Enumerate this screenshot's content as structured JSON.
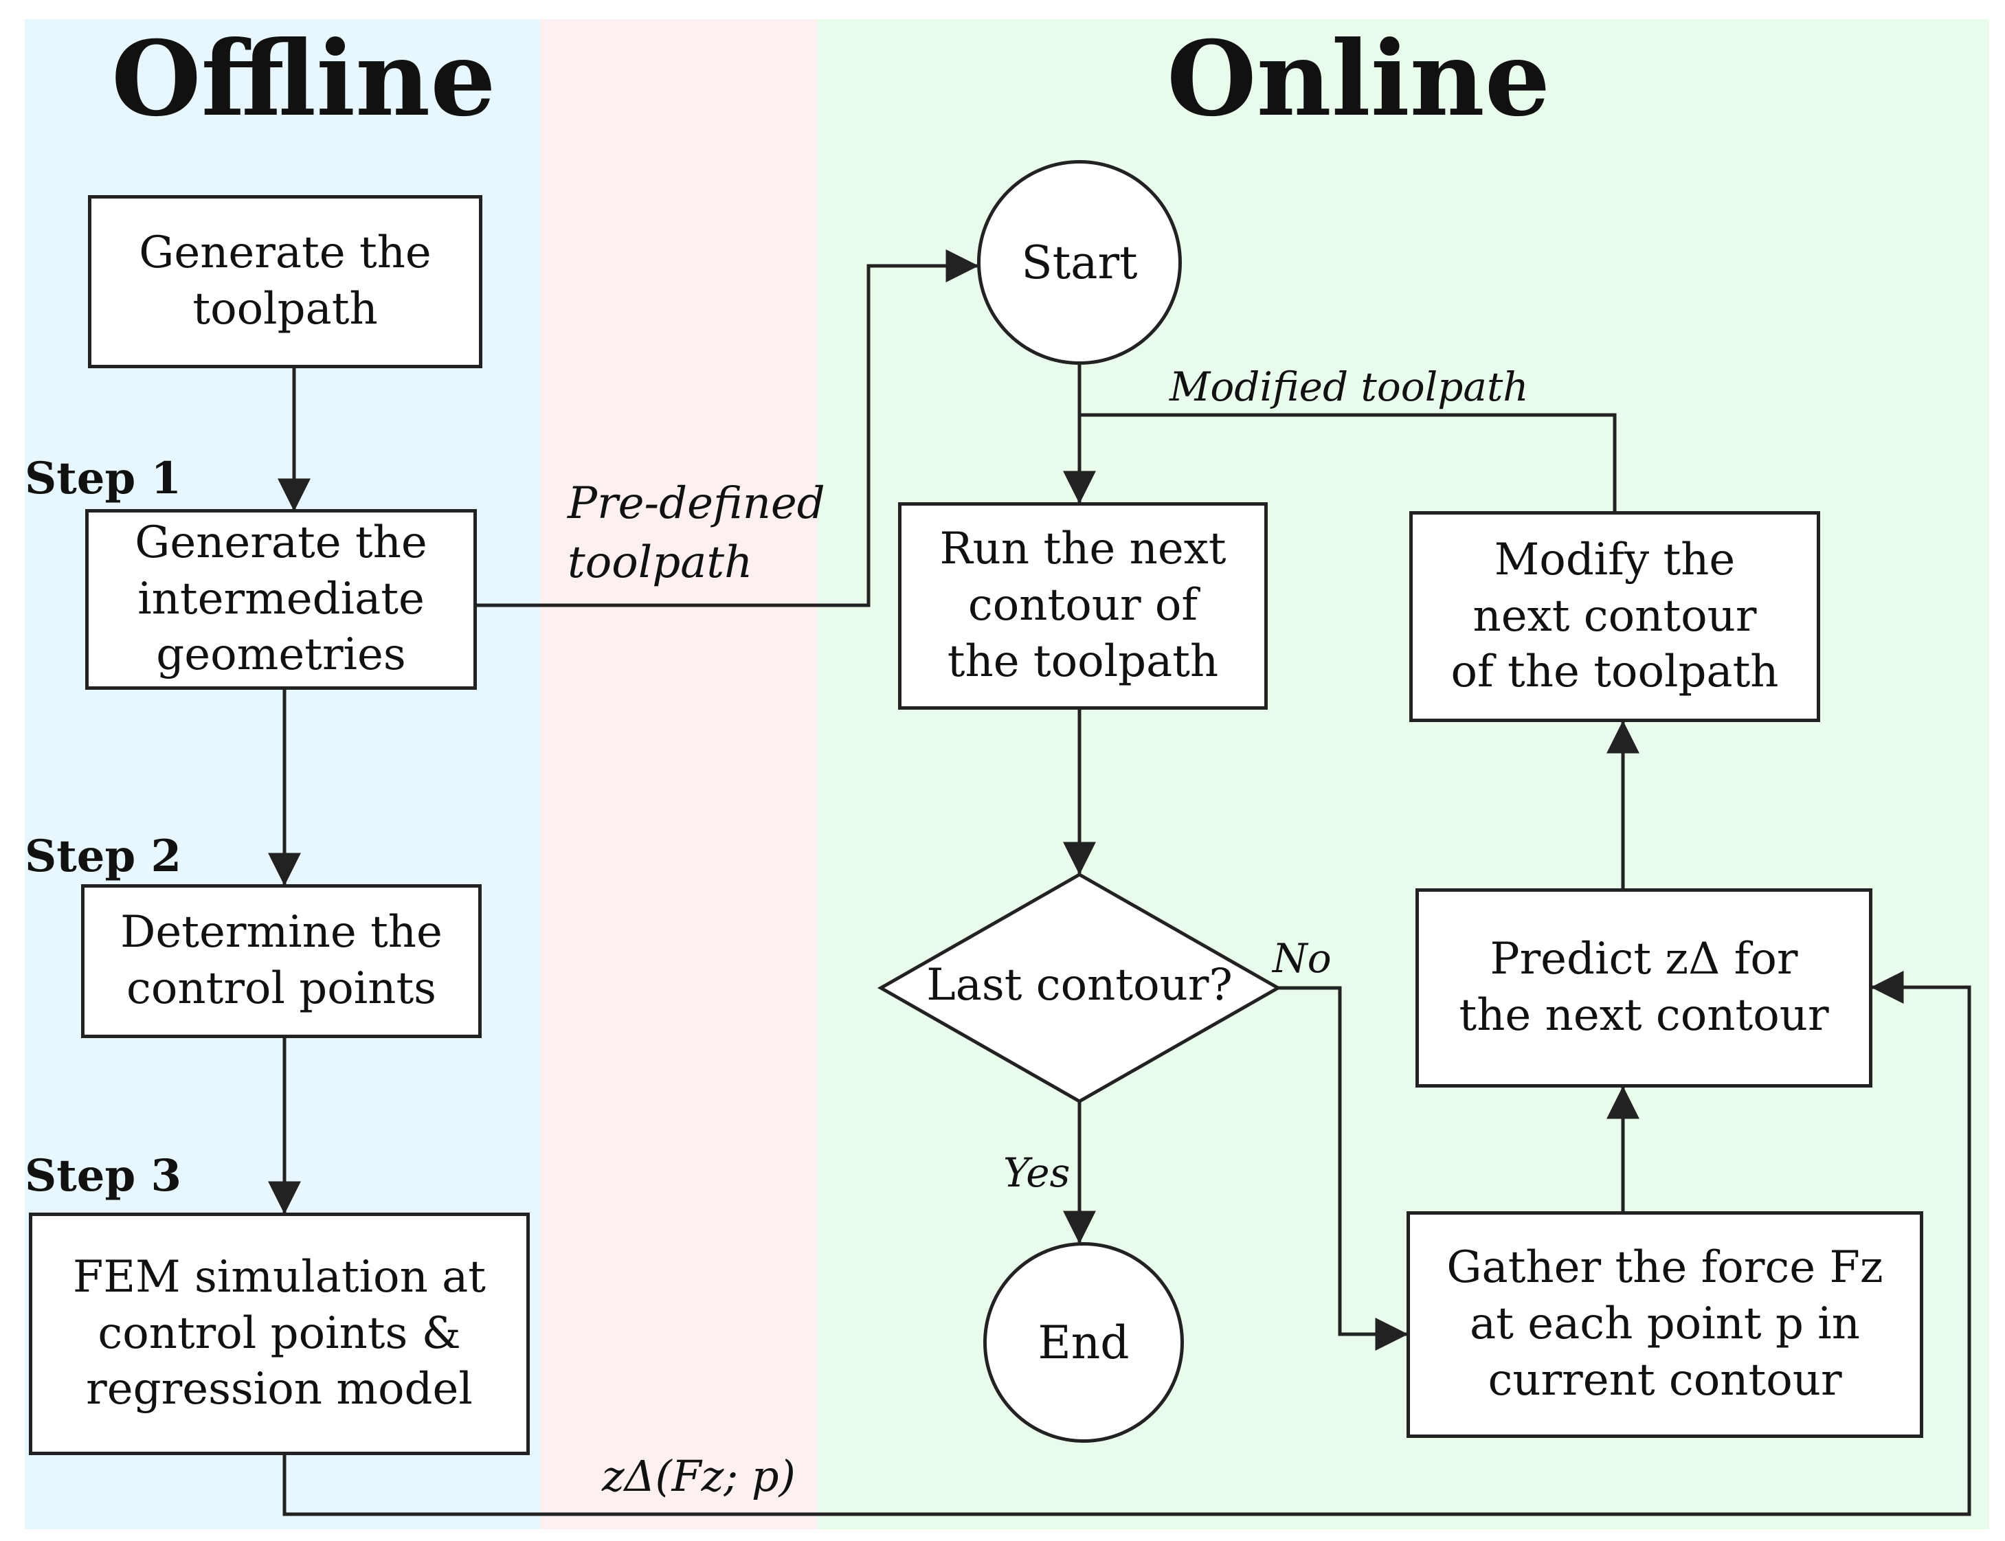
{
  "sections": {
    "offline_title": "Offline",
    "online_title": "Online"
  },
  "steps": {
    "step1": "Step 1",
    "step2": "Step 2",
    "step3": "Step 3"
  },
  "offline": {
    "generate_toolpath": [
      "Generate the",
      "toolpath"
    ],
    "intermediate_geometries": [
      "Generate the",
      "intermediate",
      "geometries"
    ],
    "control_points": [
      "Determine the",
      "control points"
    ],
    "fem_simulation": [
      "FEM simulation at",
      "control points &",
      "regression model"
    ]
  },
  "edge_labels": {
    "predefined": [
      "Pre-defined",
      "toolpath"
    ],
    "modified": "Modified toolpath",
    "no": "No",
    "yes": "Yes",
    "model_output": "zΔ(Fz; p)"
  },
  "online": {
    "start": "Start",
    "end": "End",
    "run_contour": [
      "Run the next",
      "contour of",
      "the toolpath"
    ],
    "last_contour": "Last contour?",
    "modify_contour": [
      "Modify the",
      "next contour",
      "of the toolpath"
    ],
    "predict": [
      "Predict zΔ for",
      "the next contour"
    ],
    "gather_force": [
      "Gather the force Fz",
      "at each point p in",
      "current contour"
    ]
  },
  "colors": {
    "offline_bg": "#e8f6fd",
    "middle_bg": "#fdf0f0",
    "online_bg": "#e9fbea",
    "line": "#222222"
  }
}
